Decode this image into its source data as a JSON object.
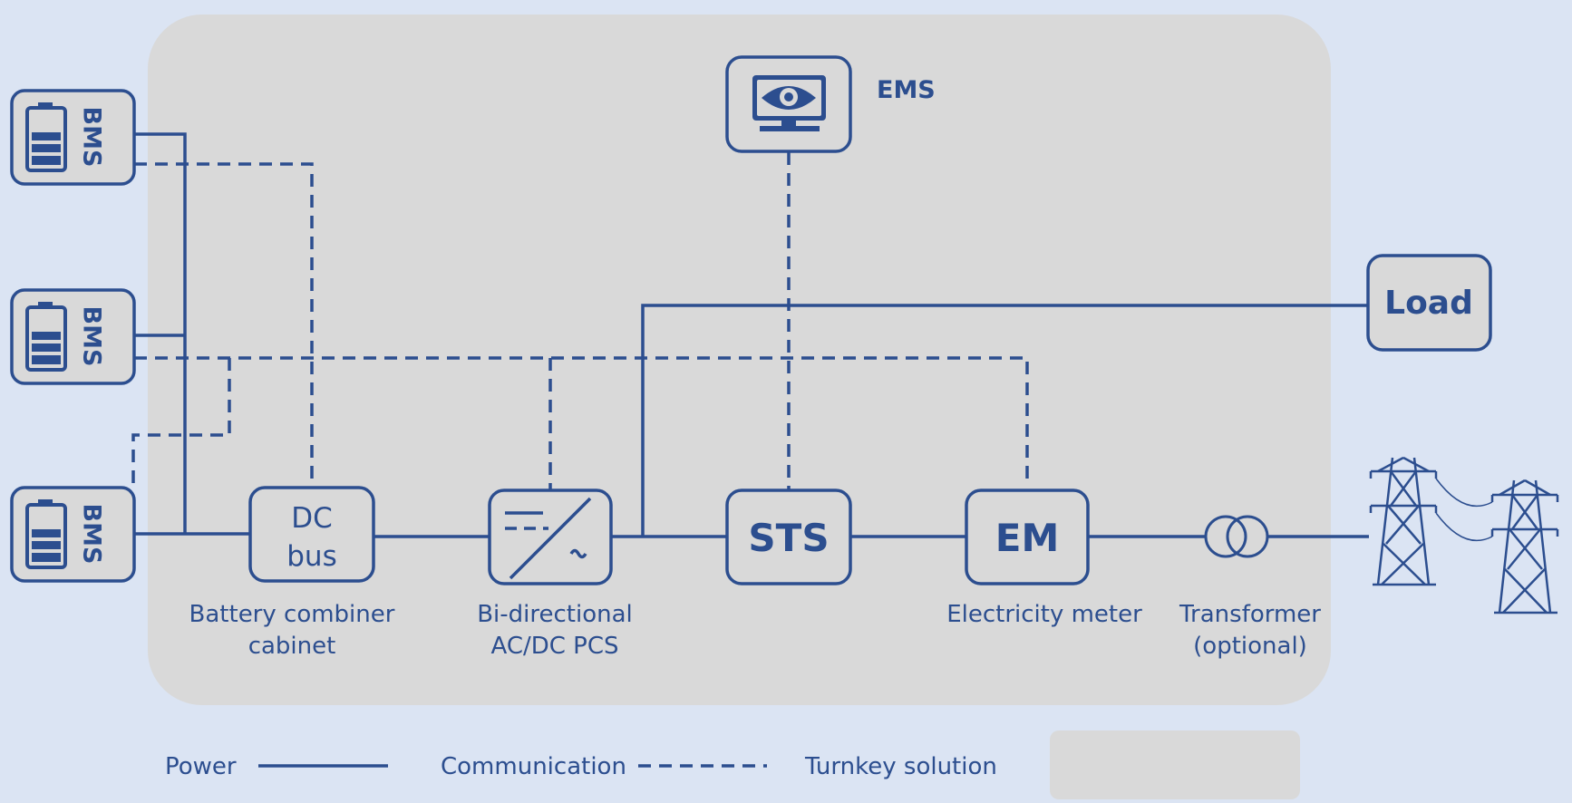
{
  "colors": {
    "background": "#dbe4f3",
    "turnkey_area": "#d9d9d9",
    "line": "#2c4e8f",
    "node_fill": "#d9d9d9"
  },
  "nodes": {
    "bms_1": "BMS",
    "bms_2": "BMS",
    "bms_3": "BMS",
    "ems": "EMS",
    "load": "Load",
    "dc_bus": {
      "line1": "DC",
      "line2": "bus"
    },
    "sts": "STS",
    "em": "EM"
  },
  "captions": {
    "combiner": {
      "line1": "Battery combiner",
      "line2": "cabinet"
    },
    "pcs": {
      "line1": "Bi-directional",
      "line2": "AC/DC PCS"
    },
    "meter": "Electricity meter",
    "transformer": {
      "line1": "Transformer",
      "line2": "(optional)"
    }
  },
  "legend": {
    "power": "Power",
    "communication": "Communication",
    "turnkey": "Turnkey solution"
  }
}
